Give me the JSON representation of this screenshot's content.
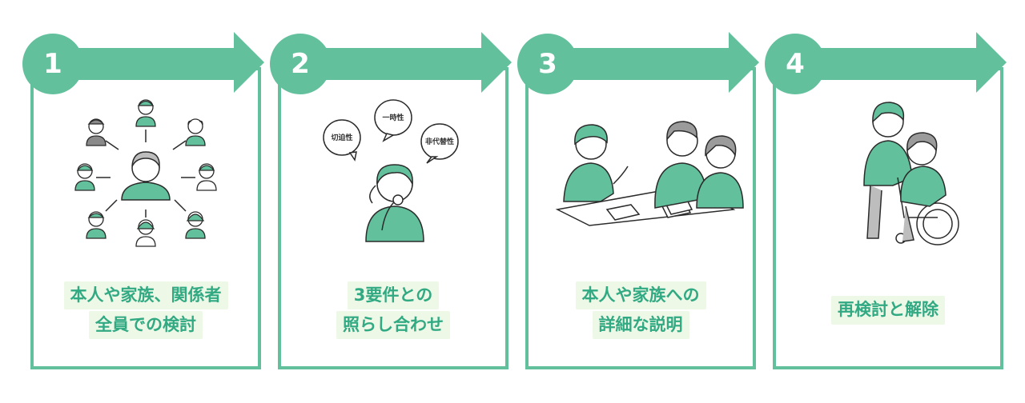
{
  "steps": [
    {
      "number": "1",
      "lines": [
        "本人や家族、関係者",
        "全員での検討"
      ]
    },
    {
      "number": "2",
      "lines": [
        "3要件との",
        "照らし合わせ"
      ],
      "bubbles": [
        "一時性",
        "切迫性",
        "非代替性"
      ]
    },
    {
      "number": "3",
      "lines": [
        "本人や家族への",
        "詳細な説明"
      ]
    },
    {
      "number": "4",
      "lines": [
        "再検討と解除"
      ]
    }
  ],
  "colors": {
    "accent": "#62c09d",
    "label_bg": "#eef8e6",
    "label_text": "#31a983",
    "outline": "#2b2b2b"
  },
  "icons": [
    "people-network-icon",
    "thinking-woman-icon",
    "consultation-icon",
    "wheelchair-care-icon"
  ]
}
